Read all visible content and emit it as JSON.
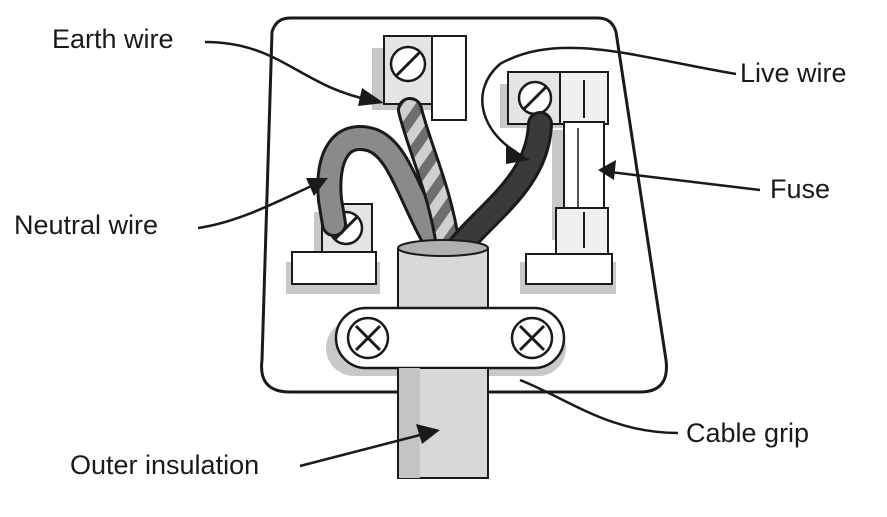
{
  "labels": {
    "earth_wire": "Earth wire",
    "live_wire": "Live wire",
    "neutral_wire": "Neutral wire",
    "fuse": "Fuse",
    "cable_grip": "Cable grip",
    "outer_insulation": "Outer insulation"
  },
  "colors": {
    "outline": "#1a1a1a",
    "shadow": "#c8c8c8",
    "neutral_insulation": "#8a8a8a",
    "live_insulation": "#3a3a3a",
    "earth_stripe_dark": "#6e6e6e",
    "earth_stripe_light": "#d0d0d0",
    "terminal_face": "#e4e4e4",
    "background": "#ffffff"
  }
}
